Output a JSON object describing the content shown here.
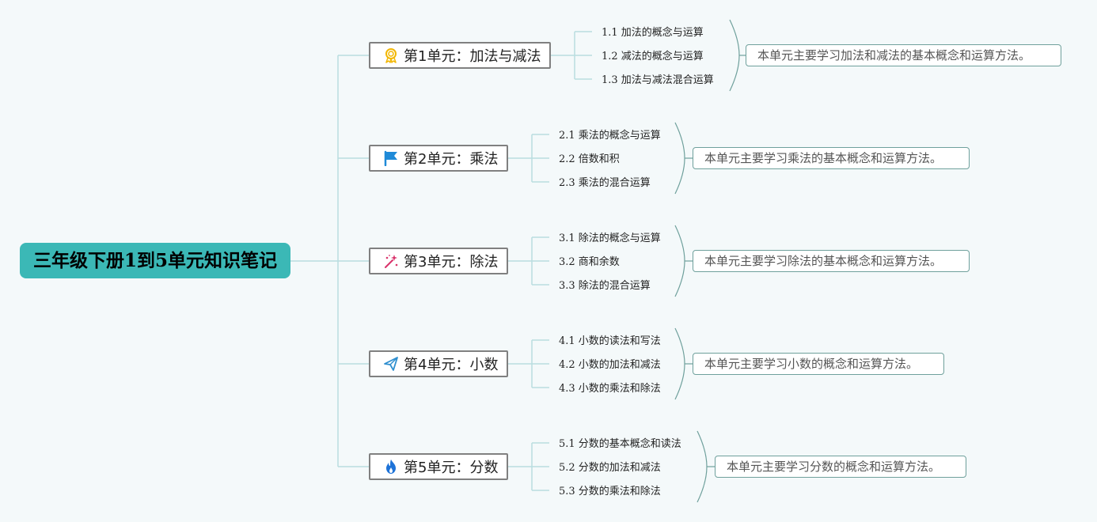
{
  "root": {
    "title": "三年级下册1到5单元知识笔记"
  },
  "units": [
    {
      "title": "第1单元：加法与减法",
      "icon": "award-ribbon-icon",
      "icon_color": "#f2b705",
      "topics": [
        "1.1 加法的概念与运算",
        "1.2 减法的概念与运算",
        "1.3 加法与减法混合运算"
      ],
      "summary": "本单元主要学习加法和减法的基本概念和运算方法。"
    },
    {
      "title": "第2单元：乘法",
      "icon": "flag-icon",
      "icon_color": "#1f8ad8",
      "topics": [
        "2.1 乘法的概念与运算",
        "2.2 倍数和积",
        "2.3 乘法的混合运算"
      ],
      "summary": "本单元主要学习乘法的基本概念和运算方法。"
    },
    {
      "title": "第3单元：除法",
      "icon": "magic-wand-icon",
      "icon_color": "#d9336b",
      "topics": [
        "3.1 除法的概念与运算",
        "3.2 商和余数",
        "3.3 除法的混合运算"
      ],
      "summary": "本单元主要学习除法的基本概念和运算方法。"
    },
    {
      "title": "第4单元：小数",
      "icon": "paper-plane-icon",
      "icon_color": "#2f8fcf",
      "topics": [
        "4.1 小数的读法和写法",
        "4.2 小数的加法和减法",
        "4.3 小数的乘法和除法"
      ],
      "summary": "本单元主要学习小数的概念和运算方法。"
    },
    {
      "title": "第5单元：分数",
      "icon": "flame-icon",
      "icon_color": "#1e73d8",
      "topics": [
        "5.1 分数的基本概念和读法",
        "5.2 分数的加法和减法",
        "5.3 分数的乘法和除法"
      ],
      "summary": "本单元主要学习分数的概念和运算方法。"
    }
  ],
  "colors": {
    "background": "#f4f9fa",
    "root_fill": "#3bb8b6",
    "connector": "#b9dde0",
    "bracket": "#6fa09c",
    "unit_border": "#808080",
    "summary_border": "#6fa09c"
  }
}
